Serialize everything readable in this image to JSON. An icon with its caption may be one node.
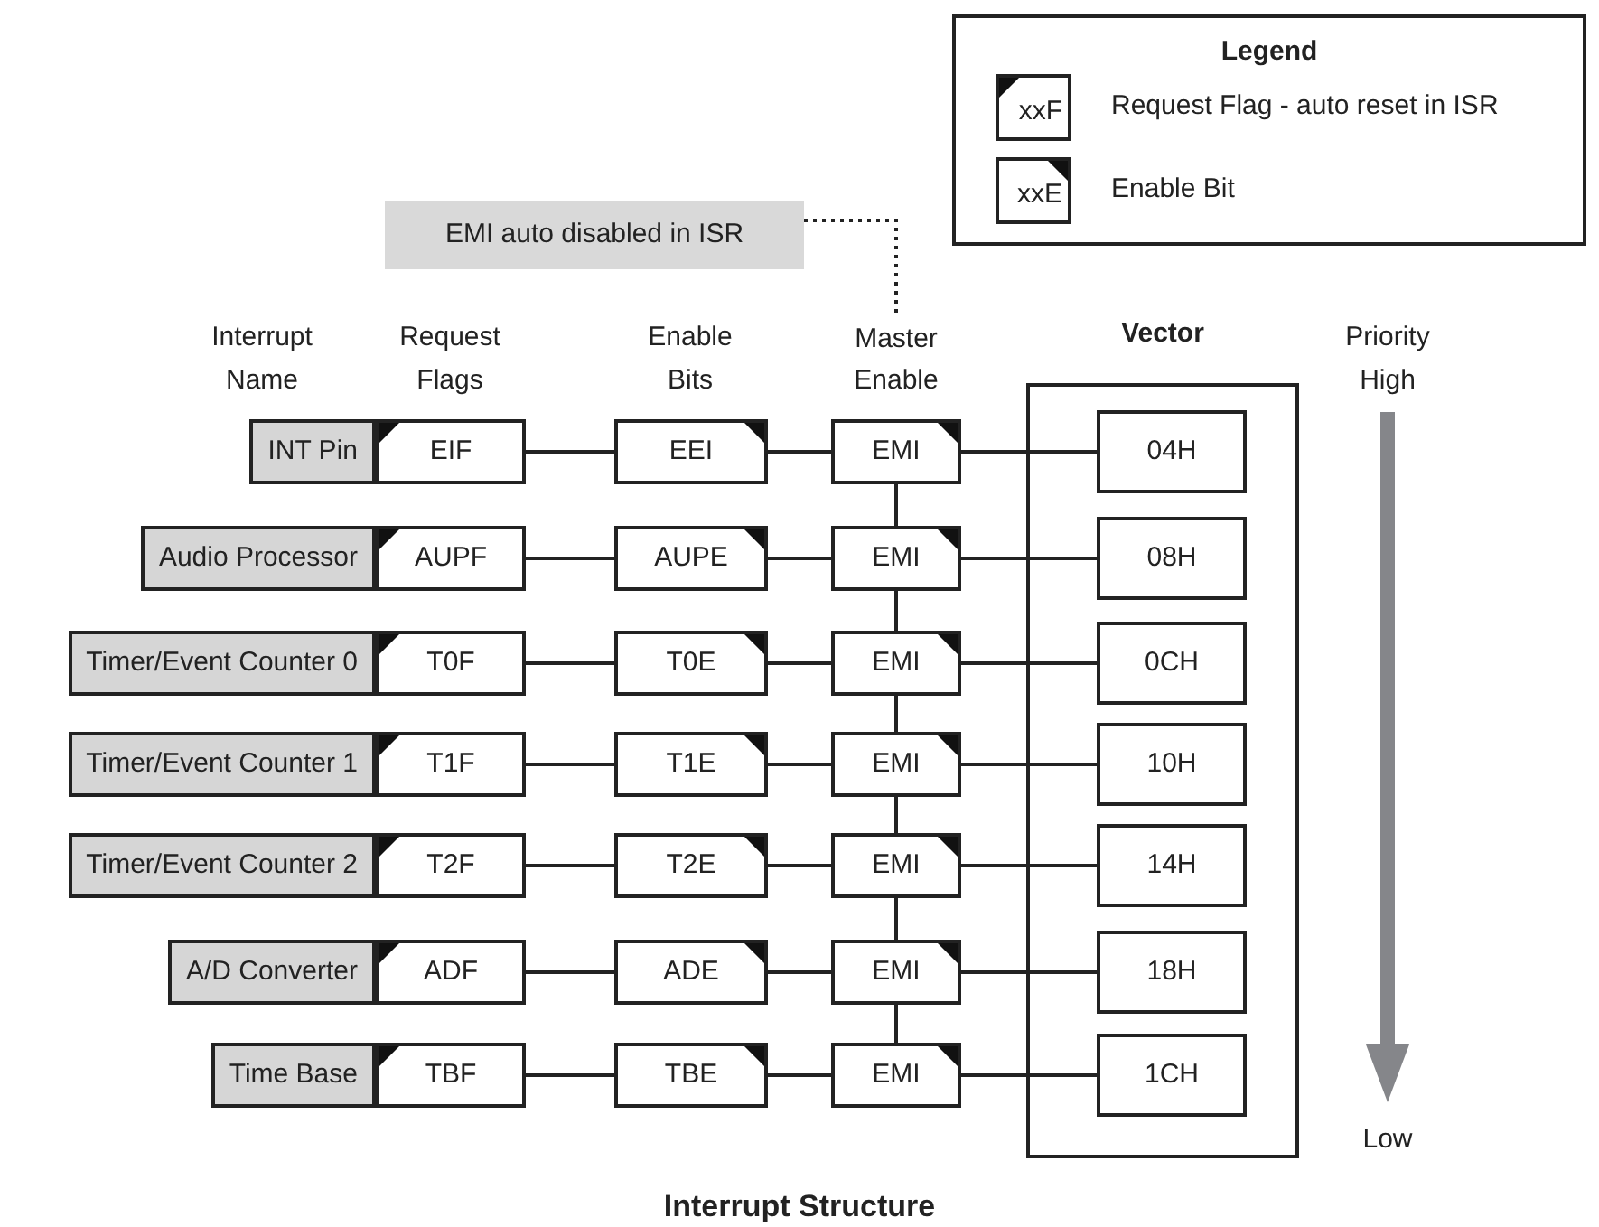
{
  "diagram": {
    "caption": "Interrupt Structure",
    "nodes": [
      {
        "text": [
          "EMI auto disabled in ISR"
        ]
      },
      {
        "text": [
          "Master Enable"
        ]
      },
      {
        "text": [
          "Vector"
        ]
      },
      {
        "text": [
          "INT Pin"
        ]
      },
      {
        "text": [
          "EIF"
        ]
      },
      {
        "text": [
          "EEI"
        ]
      },
      {
        "text": [
          "EMI"
        ]
      },
      {
        "text": [
          "04H"
        ],
        "in": 2
      },
      {
        "text": [
          "Audio Processor"
        ]
      },
      {
        "text": [
          "AUPF"
        ]
      },
      {
        "text": [
          "AUPE"
        ]
      },
      {
        "text": [
          "EMI"
        ]
      },
      {
        "text": [
          "08H"
        ],
        "in": 2
      },
      {
        "text": [
          "Timer/Event Counter 0"
        ]
      },
      {
        "text": [
          "T0F"
        ]
      },
      {
        "text": [
          "T0E"
        ]
      },
      {
        "text": [
          "EMI"
        ]
      },
      {
        "text": [
          "0CH"
        ],
        "in": 2
      },
      {
        "text": [
          "Timer/Event Counter 1"
        ]
      },
      {
        "text": [
          "T1F"
        ]
      },
      {
        "text": [
          "T1E"
        ]
      },
      {
        "text": [
          "EMI"
        ]
      },
      {
        "text": [
          "10H"
        ],
        "in": 2
      },
      {
        "text": [
          "Timer/Event Counter 2"
        ]
      },
      {
        "text": [
          "T2F"
        ]
      },
      {
        "text": [
          "T2E"
        ]
      },
      {
        "text": [
          "EMI"
        ]
      },
      {
        "text": [
          "14H"
        ],
        "in": 2
      },
      {
        "text": [
          "A/D Converter"
        ]
      },
      {
        "text": [
          "ADF"
        ]
      },
      {
        "text": [
          "ADE"
        ]
      },
      {
        "text": [
          "EMI"
        ]
      },
      {
        "text": [
          "18H"
        ],
        "in": 2
      },
      {
        "text": [
          "Time Base"
        ]
      },
      {
        "text": [
          "TBF"
        ]
      },
      {
        "text": [
          "TBE"
        ]
      },
      {
        "text": [
          "EMI"
        ]
      },
      {
        "text": [
          "1CH"
        ],
        "in": 2
      }
    ],
    "edges": [
      {
        "from": 0,
        "to": 1,
        "arrow": "none",
        "style": "dashed"
      },
      {
        "from": 4,
        "to": 5,
        "arrow": "none"
      },
      {
        "from": 5,
        "to": 6,
        "arrow": "none"
      },
      {
        "from": 6,
        "to": 7,
        "arrow": "none"
      },
      {
        "from": 9,
        "to": 10,
        "arrow": "none"
      },
      {
        "from": 10,
        "to": 11,
        "arrow": "none"
      },
      {
        "from": 11,
        "to": 12,
        "arrow": "none"
      },
      {
        "from": 14,
        "to": 15,
        "arrow": "none"
      },
      {
        "from": 15,
        "to": 16,
        "arrow": "none"
      },
      {
        "from": 16,
        "to": 17,
        "arrow": "none"
      },
      {
        "from": 19,
        "to": 20,
        "arrow": "none"
      },
      {
        "from": 20,
        "to": 21,
        "arrow": "none"
      },
      {
        "from": 21,
        "to": 22,
        "arrow": "none"
      },
      {
        "from": 24,
        "to": 25,
        "arrow": "none"
      },
      {
        "from": 25,
        "to": 26,
        "arrow": "none"
      },
      {
        "from": 26,
        "to": 27,
        "arrow": "none"
      },
      {
        "from": 29,
        "to": 30,
        "arrow": "none"
      },
      {
        "from": 30,
        "to": 31,
        "arrow": "none"
      },
      {
        "from": 31,
        "to": 32,
        "arrow": "none"
      },
      {
        "from": 34,
        "to": 35,
        "arrow": "none"
      },
      {
        "from": 35,
        "to": 36,
        "arrow": "none"
      },
      {
        "from": 36,
        "to": 37,
        "arrow": "none"
      },
      {
        "from": 6,
        "to": 11,
        "arrow": "none"
      },
      {
        "from": 11,
        "to": 16,
        "arrow": "none"
      },
      {
        "from": 16,
        "to": 21,
        "arrow": "none"
      },
      {
        "from": 21,
        "to": 26,
        "arrow": "none"
      },
      {
        "from": 26,
        "to": 31,
        "arrow": "none"
      },
      {
        "from": 31,
        "to": 36,
        "arrow": "none"
      }
    ],
    "labels": [
      "Legend",
      "xxF",
      "xxE",
      "Interrupt Name",
      "Request Flags",
      "Enable Bits",
      "Priority",
      "High",
      "Low"
    ],
    "legend": [
      {
        "text": "Request Flag - auto reset in ISR"
      },
      {
        "text": "Enable Bit"
      }
    ]
  }
}
